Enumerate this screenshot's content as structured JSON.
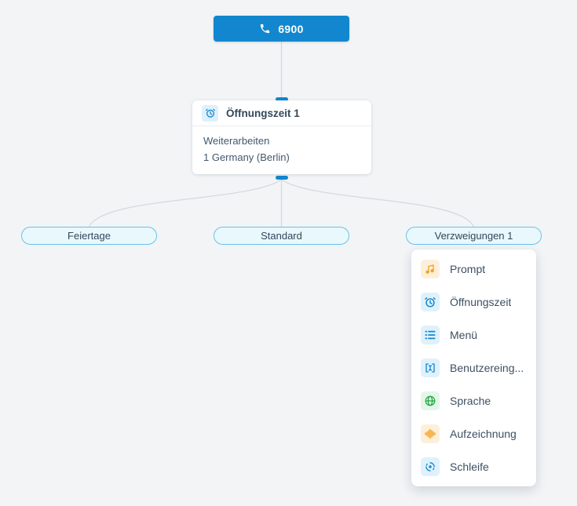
{
  "colors": {
    "primary_blue": "#1287cf",
    "pill_border": "#67c3ea",
    "pill_fill": "#e9f8fd",
    "background": "#f2f4f6",
    "icon_orange": "#f6a021",
    "icon_green": "#27a844",
    "text_dark": "#33475b"
  },
  "root_node": {
    "label": "6900",
    "icon": "phone-icon"
  },
  "node_card": {
    "title": "Öffnungszeit 1",
    "icon": "alarm-clock-icon",
    "body_lines": [
      "Weiterarbeiten",
      "1 Germany (Berlin)"
    ]
  },
  "branches": [
    {
      "label": "Feiertage"
    },
    {
      "label": "Standard"
    },
    {
      "label": "Verzweigungen 1"
    }
  ],
  "menu": {
    "items": [
      {
        "label": "Prompt",
        "icon": "music-note-icon",
        "color": "orange"
      },
      {
        "label": "Öffnungszeit",
        "icon": "alarm-clock-icon",
        "color": "blue"
      },
      {
        "label": "Menü",
        "icon": "list-icon",
        "color": "blue"
      },
      {
        "label": "Benutzereing...",
        "icon": "text-input-icon",
        "color": "blue"
      },
      {
        "label": "Sprache",
        "icon": "globe-icon",
        "color": "green"
      },
      {
        "label": "Aufzeichnung",
        "icon": "waveform-icon",
        "color": "orange"
      },
      {
        "label": "Schleife",
        "icon": "loop-icon",
        "color": "blue"
      }
    ]
  }
}
